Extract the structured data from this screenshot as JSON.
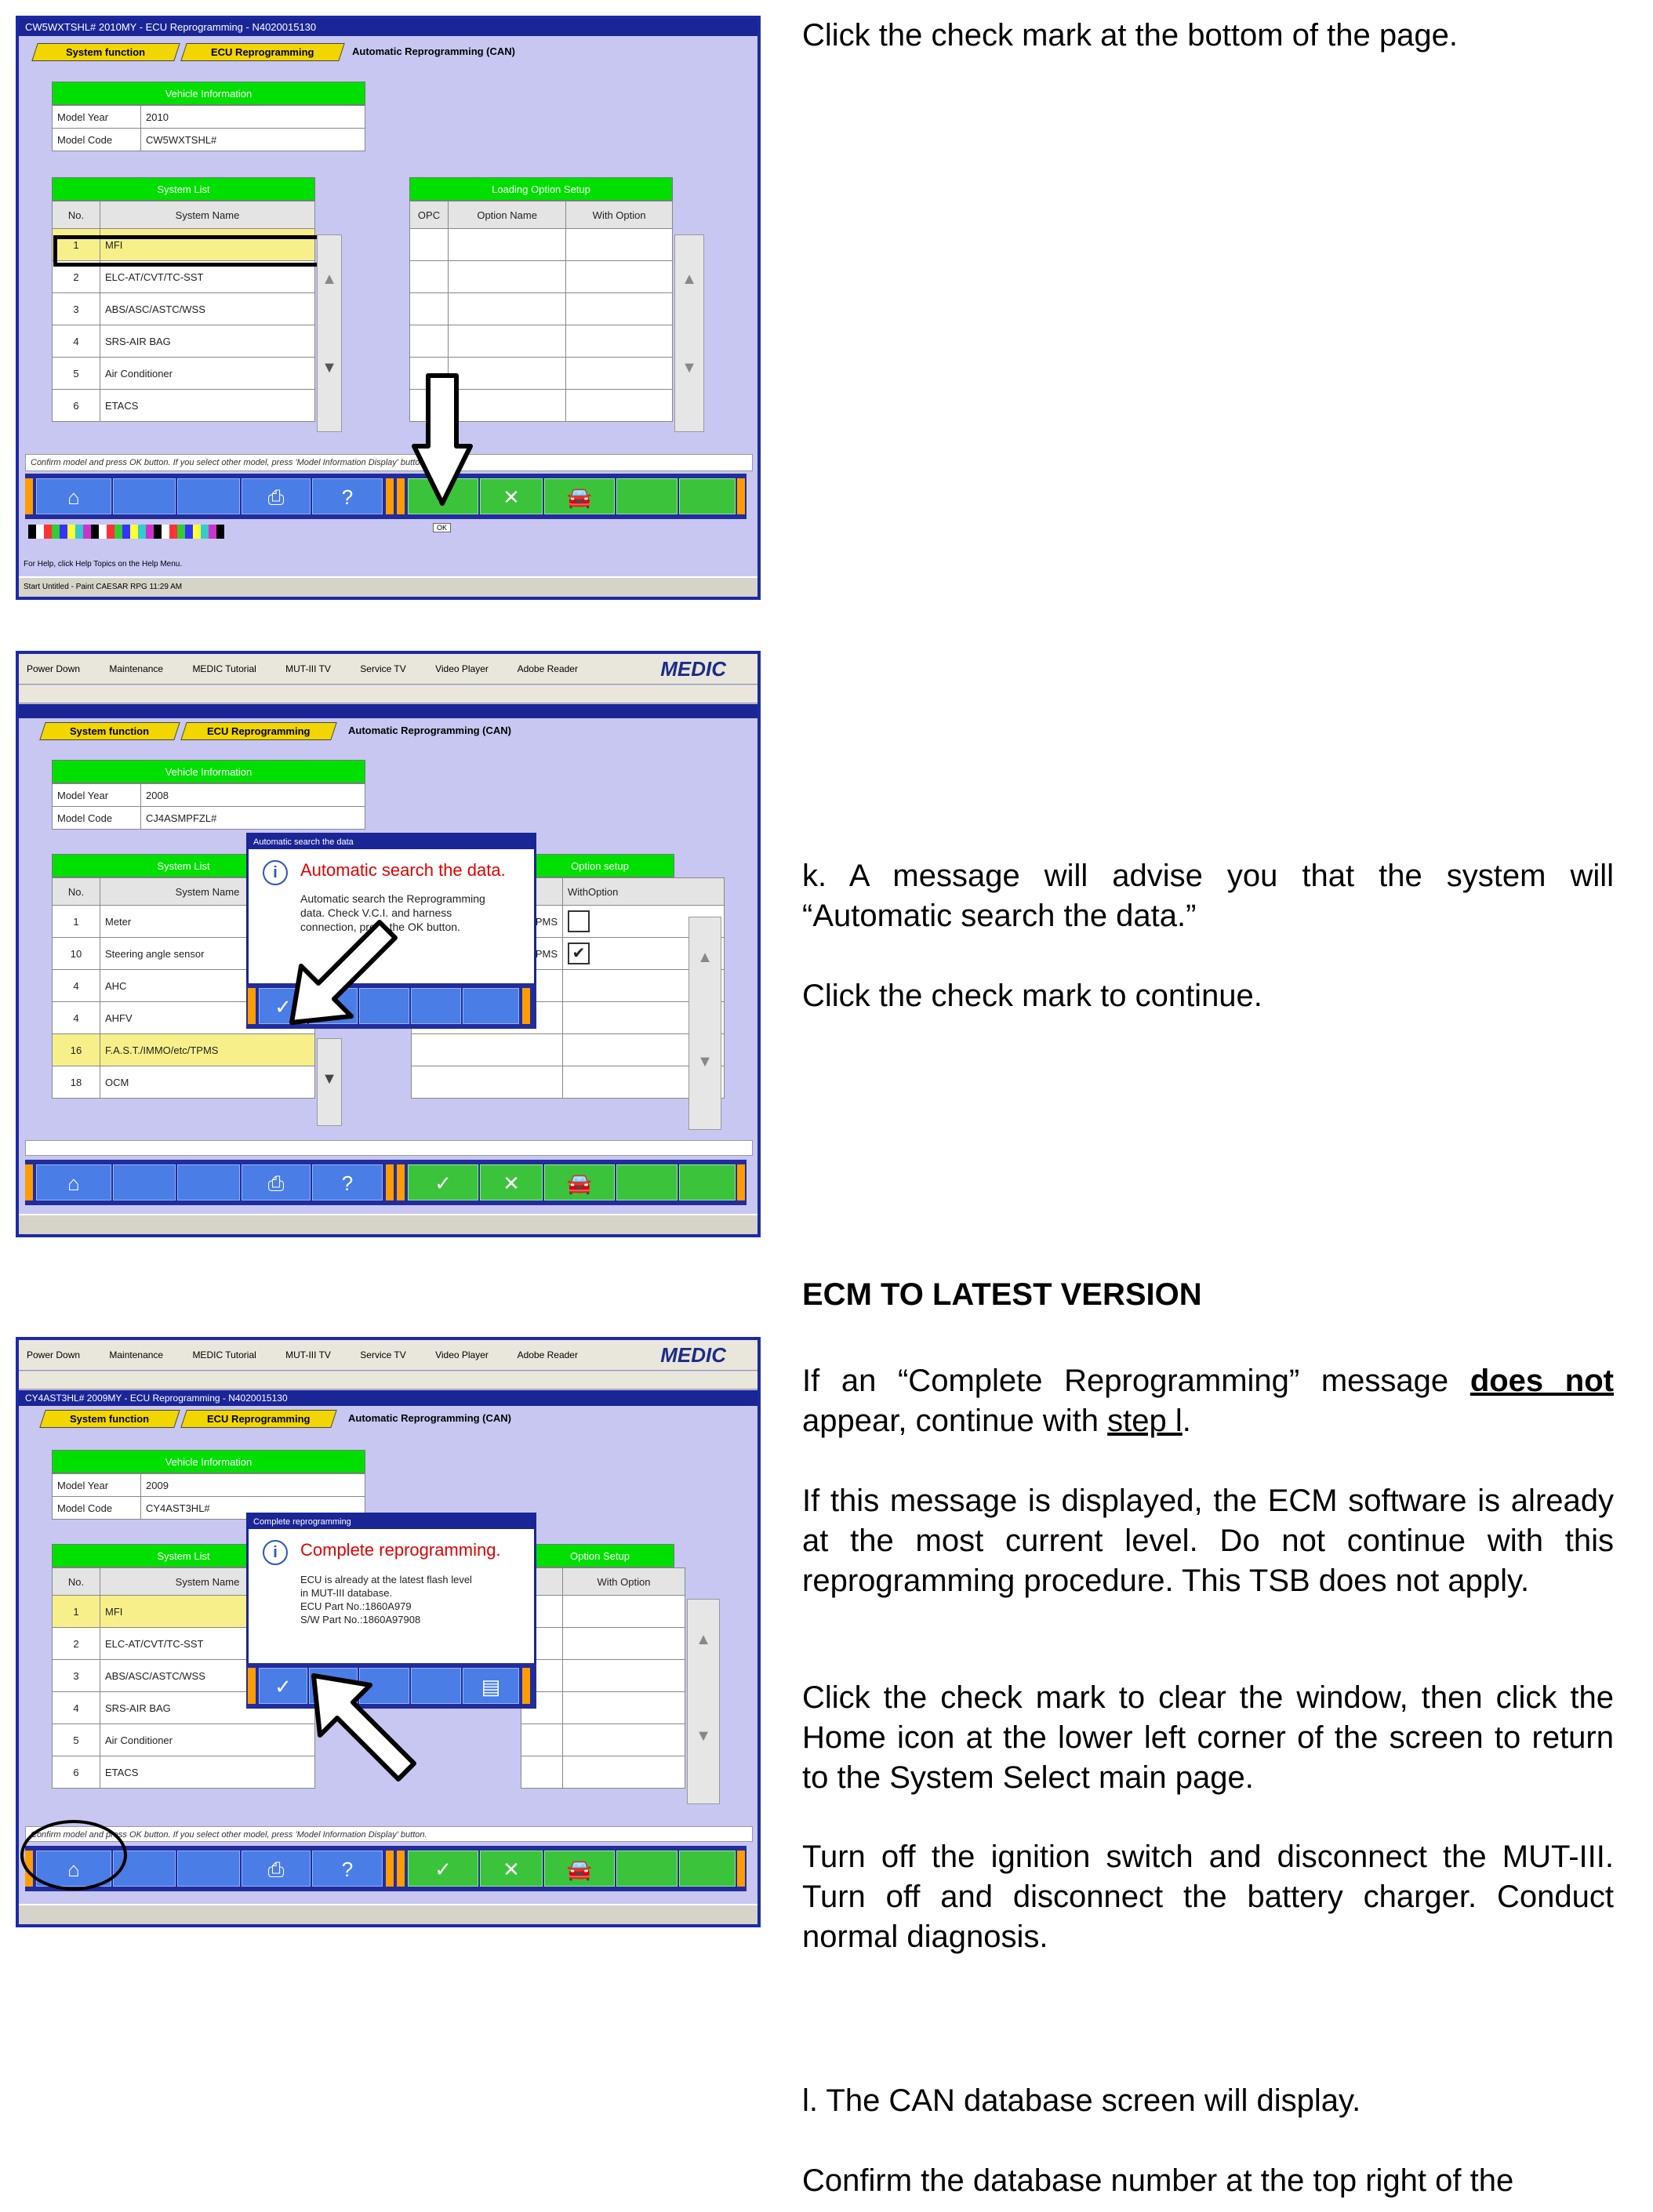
{
  "shot1": {
    "titlebar": "CW5WXTSHL# 2010MY  -  ECU Reprogramming  -  N4020015130",
    "tabs": [
      "System function",
      "ECU Reprogramming",
      "Automatic Reprogramming (CAN)"
    ],
    "vehicle_info": {
      "header": "Vehicle Information",
      "rows": [
        [
          "Model Year",
          "2010"
        ],
        [
          "Model Code",
          "CW5WXTSHL#"
        ]
      ]
    },
    "system_list": {
      "header": "System List",
      "col_no": "No.",
      "col_name": "System Name",
      "rows": [
        [
          "1",
          "MFI"
        ],
        [
          "2",
          "ELC-AT/CVT/TC-SST"
        ],
        [
          "3",
          "ABS/ASC/ASTC/WSS"
        ],
        [
          "4",
          "SRS-AIR BAG"
        ],
        [
          "5",
          "Air Conditioner"
        ],
        [
          "6",
          "ETACS"
        ]
      ]
    },
    "option_setup": {
      "header": "Loading Option Setup",
      "cols": [
        "OPC",
        "Option Name",
        "With Option"
      ]
    },
    "status": "Confirm model and press OK button. If you select other model, press 'Model Information Display' button.",
    "ok_label": "OK",
    "taskbar": "Start   Untitled - Paint     CAESAR RPG                                                              11:29 AM",
    "help": "For Help, click Help Topics on the Help Menu."
  },
  "shot2": {
    "toolbar": [
      "Power Down",
      "Maintenance",
      "MEDIC Tutorial",
      "MUT-III TV",
      "Service TV",
      "Video Player",
      "Adobe Reader"
    ],
    "brand": "MEDIC",
    "tabs": [
      "System function",
      "ECU Reprogramming",
      "Automatic Reprogramming (CAN)"
    ],
    "vehicle_info": {
      "header": "Vehicle Information",
      "rows": [
        [
          "Model Year",
          "2008"
        ],
        [
          "Model Code",
          "CJ4ASMPFZL#"
        ]
      ]
    },
    "system_list": {
      "header": "System List",
      "col_no": "No.",
      "col_name": "System Name",
      "rows": [
        [
          "1",
          "Meter"
        ],
        [
          "10",
          "Steering angle sensor"
        ],
        [
          "4",
          "AHC"
        ],
        [
          "4",
          "AHFV"
        ],
        [
          "16",
          "F.A.S.T./IMMO/etc/TPMS"
        ],
        [
          "18",
          "OCM"
        ]
      ]
    },
    "option_setup": {
      "header": "Option setup",
      "cols": [
        "",
        "WithOption"
      ],
      "rows": [
        "TPMS",
        "TPMS"
      ]
    },
    "dialog": {
      "title": "Automatic search the data",
      "head": "Automatic search the data.",
      "body": "Automatic search the Reprogramming\ndata. Check V.C.I. and harness\nconnection, press the OK button."
    }
  },
  "shot3": {
    "toolbar": [
      "Power Down",
      "Maintenance",
      "MEDIC Tutorial",
      "MUT-III TV",
      "Service TV",
      "Video Player",
      "Adobe Reader"
    ],
    "brand": "MEDIC",
    "titlebar": "CY4AST3HL# 2009MY  -  ECU Reprogramming  -  N4020015130",
    "tabs": [
      "System function",
      "ECU Reprogramming",
      "Automatic Reprogramming (CAN)"
    ],
    "vehicle_info": {
      "header": "Vehicle Information",
      "rows": [
        [
          "Model Year",
          "2009"
        ],
        [
          "Model Code",
          "CY4AST3HL#"
        ]
      ]
    },
    "system_list": {
      "header": "System List",
      "col_no": "No.",
      "col_name": "System Name",
      "rows": [
        [
          "1",
          "MFI"
        ],
        [
          "2",
          "ELC-AT/CVT/TC-SST"
        ],
        [
          "3",
          "ABS/ASC/ASTC/WSS"
        ],
        [
          "4",
          "SRS-AIR BAG"
        ],
        [
          "5",
          "Air Conditioner"
        ],
        [
          "6",
          "ETACS"
        ]
      ]
    },
    "option_setup": {
      "header": "Option Setup",
      "cols": [
        "",
        "With Option"
      ]
    },
    "dialog": {
      "title": "Complete reprogramming",
      "head": "Complete reprogramming.",
      "body": "ECU is already at the latest flash level\nin MUT-III database.\nECU Part No.:1860A979\nS/W Part No.:1860A97908"
    },
    "status": "Confirm model and press OK button. If you select other model, press 'Model Information Display' button."
  },
  "text": {
    "p1": "Click the check mark at the bottom of the page.",
    "p2": "k. A message will advise you that the system will “Automatic search the data.”",
    "p3": "Click the check mark to continue.",
    "heading": "ECM TO LATEST VERSION",
    "p4a": "If an “Complete Reprogramming” message ",
    "p4b": "does not",
    "p4c": " appear, continue with ",
    "p4d": "step l",
    "p4e": ".",
    "p5": "If this message is displayed, the ECM software is already at the most current level. Do not continue with this reprogramming procedure. This TSB does not apply.",
    "p6": "Click the check mark to clear the window, then click the Home icon at the lower left corner of the screen to return to the System Select main page.",
    "p7": "Turn off the ignition switch and disconnect the MUT-III. Turn off and disconnect the battery charger. Conduct normal diagnosis.",
    "p8": "l. The CAN database screen will display.",
    "p9": "Confirm the database number at the top right of the"
  }
}
